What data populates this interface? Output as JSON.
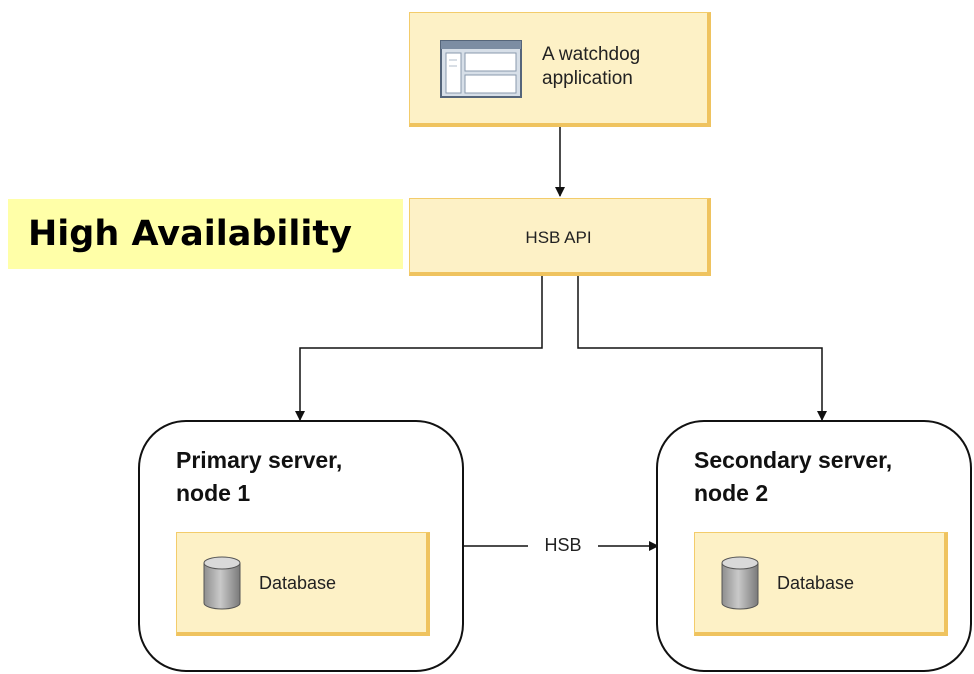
{
  "watchdog": {
    "line1": "A watchdog",
    "line2": "application"
  },
  "api": {
    "label": "HSB API"
  },
  "banner": {
    "label": "High Availability"
  },
  "primary": {
    "line1": "Primary server,",
    "line2": "node 1",
    "db_label": "Database"
  },
  "secondary": {
    "line1": "Secondary server,",
    "line2": "node 2",
    "db_label": "Database"
  },
  "link": {
    "label": "HSB"
  },
  "colors": {
    "box_fill": "#fdf1c6",
    "box_border": "#efc35f",
    "banner_fill": "#ffffa8"
  }
}
